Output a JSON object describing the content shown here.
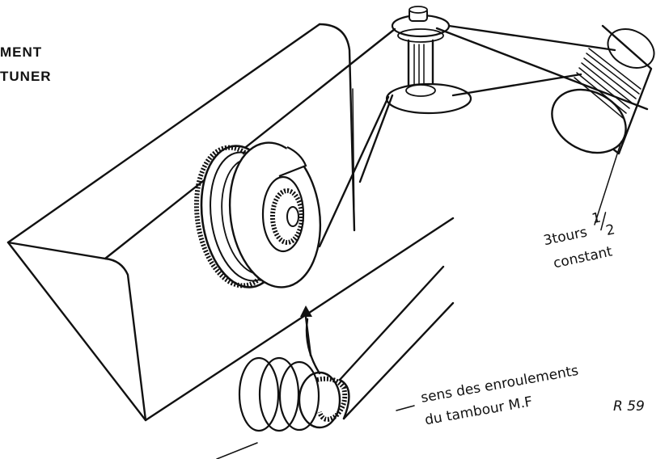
{
  "heading": {
    "line1": "MENT",
    "line2": "TUNER"
  },
  "labels": {
    "turns_main": "3tours",
    "turns_num": "1",
    "turns_den": "2",
    "turns_constant": "constant",
    "winding_line1": "sens des enroulements",
    "winding_line2": "du tambour M.F",
    "reference": "R 59"
  }
}
